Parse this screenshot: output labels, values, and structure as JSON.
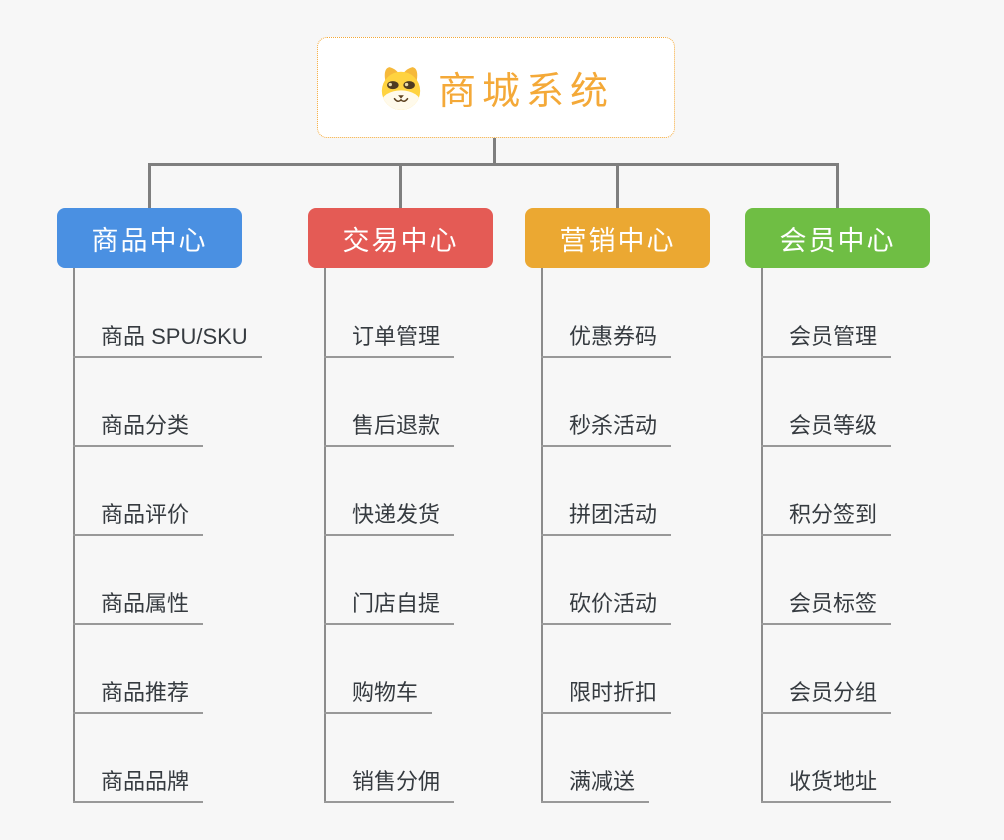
{
  "root": {
    "label": "商城系统",
    "icon": "dog-face-icon",
    "accent_color": "#F4A938"
  },
  "branches": [
    {
      "label": "商品中心",
      "color": "#4A90E2",
      "children": [
        "商品 SPU/SKU",
        "商品分类",
        "商品评价",
        "商品属性",
        "商品推荐",
        "商品品牌"
      ]
    },
    {
      "label": "交易中心",
      "color": "#E45B55",
      "children": [
        "订单管理",
        "售后退款",
        "快递发货",
        "门店自提",
        "购物车",
        "销售分佣"
      ]
    },
    {
      "label": "营销中心",
      "color": "#EBA832",
      "children": [
        "优惠券码",
        "秒杀活动",
        "拼团活动",
        "砍价活动",
        "限时折扣",
        "满减送"
      ]
    },
    {
      "label": "会员中心",
      "color": "#6FBE44",
      "children": [
        "会员管理",
        "会员等级",
        "积分签到",
        "会员标签",
        "会员分组",
        "收货地址"
      ]
    }
  ],
  "colors": {
    "background": "#F7F7F7",
    "connector": "#7F7F7F",
    "leaf_underline": "#999999",
    "leaf_vertical_line": "#8C8C8C",
    "leaf_text": "#363B40",
    "branch_text": "#FFFFFF"
  }
}
